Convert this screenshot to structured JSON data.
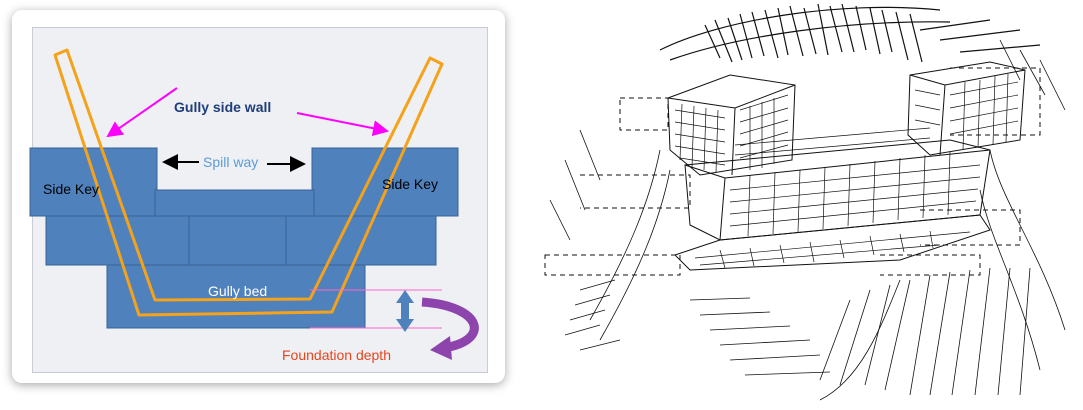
{
  "diagram": {
    "labels": {
      "gully_side_wall": "Gully side wall",
      "spill_way": "Spill way",
      "side_key_left": "Side Key",
      "side_key_right": "Side Key",
      "gully_bed": "Gully bed",
      "foundation_depth": "Foundation depth"
    },
    "colors": {
      "block_fill": "#4f81bd",
      "block_stroke": "#3a6494",
      "gully_outline": "#f5a21b",
      "pointer_arrow": "#ff00ff",
      "spillway_text": "#5b9bd5",
      "foundation_text": "#e8451e",
      "double_arrow": "#4f81bd",
      "curved_arrow": "#8e44ad",
      "panel_bg": "#eef0f4"
    }
  },
  "sketch": {
    "description_icon": "gabion-check-dam-sketch-icon"
  }
}
